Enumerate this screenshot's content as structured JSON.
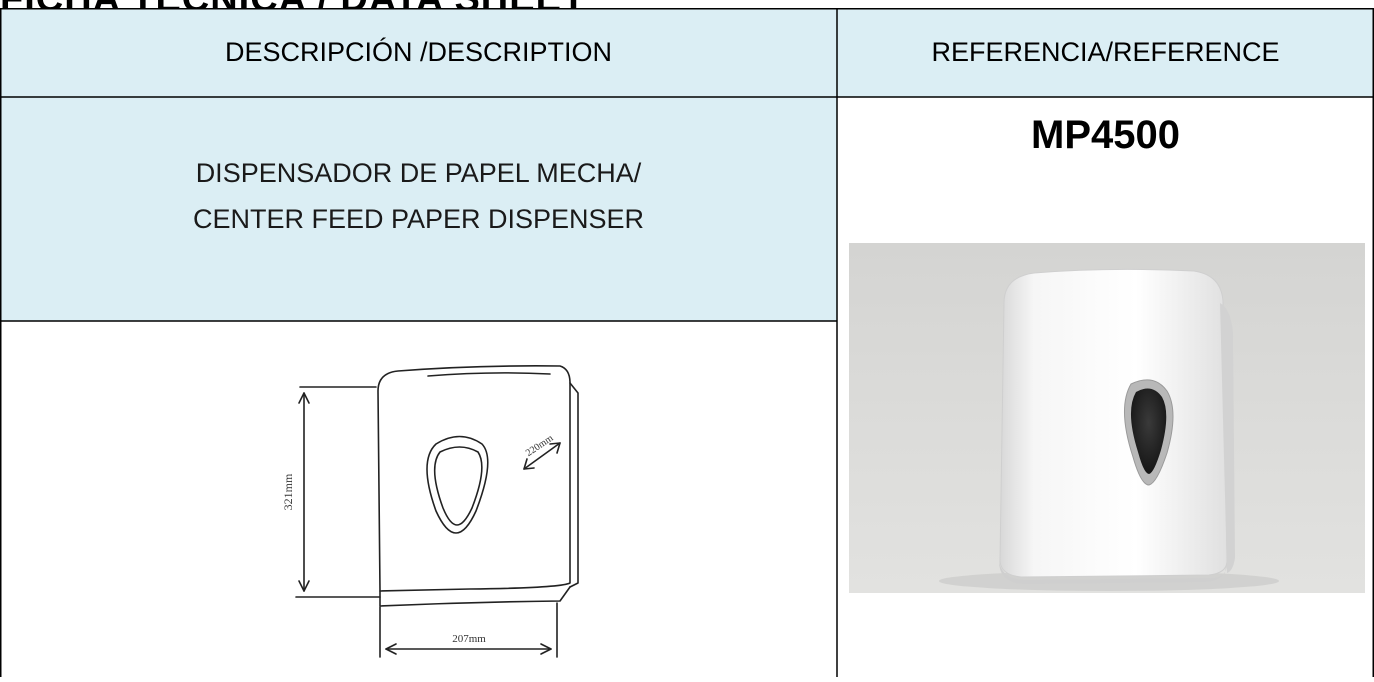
{
  "document": {
    "title_partial": "FICHA TÉCNICA / DATA SHEET",
    "header": {
      "description_label": "DESCRIPCIÓN /DESCRIPTION",
      "reference_label": "REFERENCIA/REFERENCE"
    },
    "description": {
      "line1": "DISPENSADOR DE PAPEL MECHA/",
      "line2": "CENTER FEED PAPER DISPENSER"
    },
    "reference": {
      "code": "MP4500"
    },
    "drawing": {
      "height_label": "321mm",
      "depth_label": "220mm",
      "width_label": "207mm"
    },
    "colors": {
      "header_bg": "#dbeef4",
      "border": "#000000"
    }
  }
}
